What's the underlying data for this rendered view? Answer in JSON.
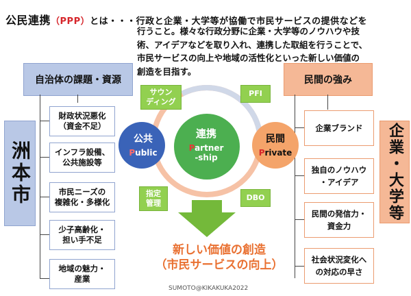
{
  "header": {
    "title": "公民連携",
    "ppp": "（PPP）",
    "title_rest": "とは・・・行政と企業・大学等が協働で市民サービスの提供などを",
    "lines": [
      "行うこと。様々な行政分野に企業・大学等のノウハウや技",
      "術、アイデアなどを取り入れ、連携した取組を行うことで、",
      "市民サービスの向上や地域の活性化といった新しい価値の",
      "創造を目指す。"
    ]
  },
  "left": {
    "header": "自治体の課題・資源",
    "city": "洲本市",
    "items": [
      [
        "財政状況悪化",
        "（資金不足）"
      ],
      [
        "インフラ設備、",
        "公共施設等"
      ],
      [
        "市民ニーズの",
        "複雑化・多様化"
      ],
      [
        "少子高齢化・",
        "担い手不足"
      ],
      [
        "地域の魅力・",
        "産業"
      ]
    ]
  },
  "right": {
    "header": "民間の強み",
    "corp": "企業・大学等",
    "items": [
      [
        "企業ブランド"
      ],
      [
        "独自のノウハウ",
        "・アイデア"
      ],
      [
        "民間の発信力・",
        "資金力"
      ],
      [
        "社会状況変化へ",
        "の対応の早さ"
      ]
    ]
  },
  "center": {
    "public_jp": "公共",
    "public_en_first": "P",
    "public_en_rest": "ublic",
    "partner_jp": "連携",
    "partner_en_first": "P",
    "partner_en_rest": "artner",
    "partner_en_line2": "-ship",
    "private_jp": "民間",
    "private_en_first": "P",
    "private_en_rest": "rivate",
    "boxes": {
      "sounding": [
        "サウン",
        "ディング"
      ],
      "pfi": "PFI",
      "shitei": [
        "指定",
        "管理"
      ],
      "dbo": "DBO"
    },
    "new_value": "新しい価値の創造",
    "new_value_sub": "（市民サービスの向上）"
  },
  "credit": "SUMOTO@KIKAKUKA2022",
  "colors": {
    "blue": "#b9c8e6",
    "orange": "#f5b896",
    "green": "#92d050",
    "red_p": "#d6262b",
    "accent_text": "#e97132"
  }
}
